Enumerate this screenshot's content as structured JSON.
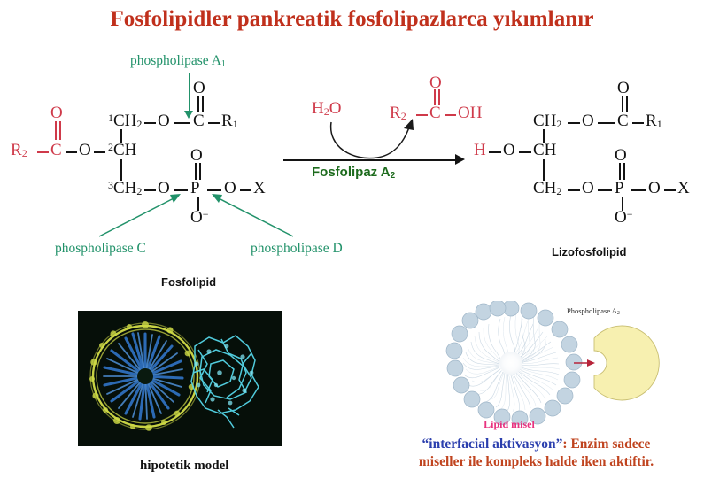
{
  "title": "Fosfolipidler pankreatik fosfolipazlarca yıkımlanır",
  "reaction": {
    "substrate": {
      "name_label": "Fosfolipid",
      "r2_group": "R",
      "r2_sub": "2",
      "carbonyl_o": "O",
      "carbonyl_c": "C",
      "ester_o": "O",
      "c1_label": "CH",
      "c1_sub": "2",
      "c1_num": "1",
      "c2_label": "CH",
      "c2_num": "2",
      "c3_label": "CH",
      "c3_sub": "2",
      "c3_num": "3",
      "c1_ester_o": "O",
      "c1_carbonyl_c": "C",
      "c1_carbonyl_o": "O",
      "r1_group": "R",
      "r1_sub": "1",
      "phos_o_left": "O",
      "phos_p": "P",
      "phos_o_top": "O",
      "phos_o_minus": "O",
      "phos_o_minus_charge": "−",
      "phos_o_right": "O",
      "phos_x": "X"
    },
    "enzymes": {
      "a1": "phospholipase A",
      "a1_sub": "1",
      "c": "phospholipase C",
      "d": "phospholipase D"
    },
    "water": "H",
    "water_sub": "2",
    "water_o": "O",
    "arrow_label": "Fosfolipaz A",
    "arrow_label_sub": "2",
    "fatty_acid": {
      "r2": "R",
      "r2_sub": "2",
      "c": "C",
      "o": "O",
      "oh": "OH"
    },
    "product": {
      "name_label": "Lizofosfolipid",
      "h": "H",
      "ho_o": "O",
      "c1_label": "CH",
      "c1_sub": "2",
      "c2_label": "CH",
      "c3_label": "CH",
      "c3_sub": "2",
      "c1_ester_o": "O",
      "c1_carbonyl_c": "C",
      "c1_carbonyl_o": "O",
      "r1_group": "R",
      "r1_sub": "1",
      "phos_o_left": "O",
      "phos_p": "P",
      "phos_o_top": "O",
      "phos_o_minus": "O",
      "phos_o_minus_charge": "−",
      "phos_o_right": "O",
      "phos_x": "X"
    }
  },
  "protein_model": {
    "caption": "hipotetik model"
  },
  "micelle": {
    "enzyme_label": "Phospholipase A",
    "enzyme_label_sub": "2",
    "lipid_label": "Lipid misel",
    "caption_quoted": "“interfacial aktivasyon”",
    "caption_rest": ": Enzim sadece",
    "caption_line2": "miseller ile kompleks halde iken aktiftir."
  },
  "colors": {
    "title": "#c0301c",
    "enzyme_green": "#22926a",
    "arrow_green": "#1d6b1d",
    "chem_red": "#cf3a4a",
    "micelle_head": "#c3d4e1",
    "enzyme_body": "#f7f0b0",
    "caption_blue": "#2b3fae",
    "caption_red": "#c0441f",
    "lipid_pink": "#e8337f"
  }
}
